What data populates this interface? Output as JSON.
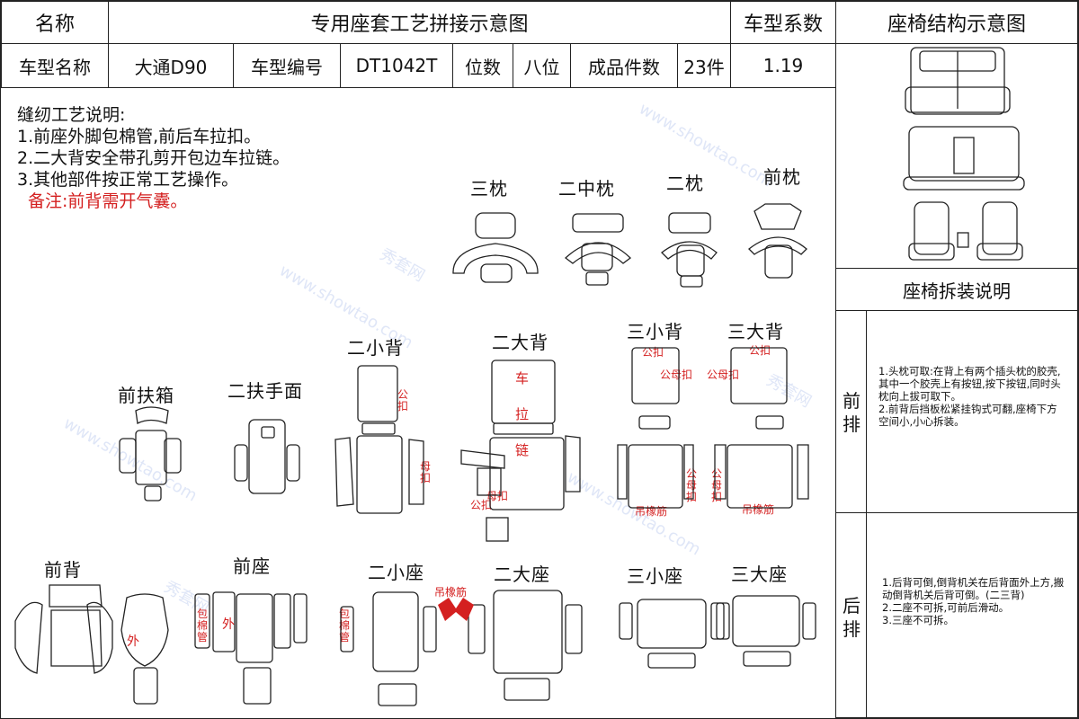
{
  "header": {
    "name_label": "名称",
    "title": "专用座套工艺拼接示意图",
    "coef_label": "车型系数",
    "structure_label": "座椅结构示意图"
  },
  "info": {
    "model_name_label": "车型名称",
    "model_name": "大通D90",
    "model_code_label": "车型编号",
    "model_code": "DT1042T",
    "seats_label": "位数",
    "seats": "八位",
    "pieces_label": "成品件数",
    "pieces": "23件",
    "coef": "1.19"
  },
  "notes": {
    "title": "缝纫工艺说明:",
    "items": [
      "1.前座外脚包棉管,前后车拉扣。",
      "2.二大背安全带孔剪开包边车拉链。",
      "3.其他部件按正常工艺操作。"
    ],
    "remark": "备注:前背需开气囊。"
  },
  "parts": {
    "sanzhen": "三枕",
    "erzhongzhen": "二中枕",
    "erzhen": "二枕",
    "qianzhen": "前枕",
    "qianfuxiang": "前扶箱",
    "erfushoumian": "二扶手面",
    "erxiaobei": "二小背",
    "erdabei": "二大背",
    "sanxiaobei": "三小背",
    "sandabei": "三大背",
    "qianbei": "前背",
    "qianzuo": "前座",
    "erxiaozuo": "二小座",
    "erdazuo": "二大座",
    "sanxiaozuo": "三小座",
    "sandazuo": "三大座"
  },
  "marks": {
    "gong": "公",
    "kou": "扣",
    "mu": "母",
    "che": "车",
    "la": "拉",
    "lian": "链",
    "gongkou": "公扣",
    "gongmukou": "公母扣",
    "mukou": "母扣",
    "diaoxiangjin": "吊橡筋",
    "wai": "外",
    "bao": "包",
    "mian": "棉",
    "guan": "管"
  },
  "side": {
    "disassembly_title": "座椅拆装说明",
    "front_label": "前排",
    "front_text": "1.头枕可取:在背上有两个插头枕的胶壳,其中一个胶壳上有按钮,按下按钮,同时头枕向上拔可取下。\n2.前背后挡板松紧挂钩式可翻,座椅下方空间小,小心拆装。",
    "rear_label": "后排",
    "rear_text": "1.后背可倒,倒背机关在后背面外上方,搬动倒背机关后背可倒。(二三背)\n2.二座不可拆,可前后滑动。\n3.三座不可拆。"
  },
  "watermark": {
    "text1": "秀套网",
    "text2": "www.showtao.com"
  },
  "colors": {
    "red": "#d42020",
    "line": "#222222",
    "watermark": "#6e8cdc"
  }
}
